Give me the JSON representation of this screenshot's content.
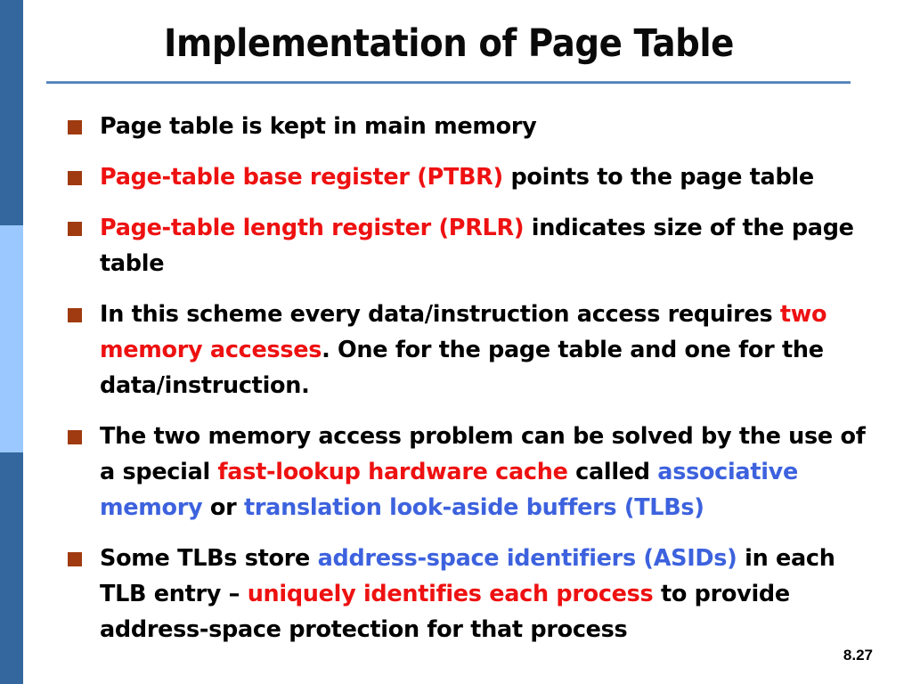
{
  "slide": {
    "title": "Implementation of Page Table",
    "page_number": "8.27",
    "colors": {
      "sidebar_dark": "#33679E",
      "sidebar_light": "#9BC9FF",
      "rule": "#4F81BD",
      "bullet_marker": "#A03A10",
      "highlight_red": "#EE1111",
      "highlight_blue": "#3D62DE",
      "text": "#000000",
      "background": "#FFFFFF"
    }
  },
  "bullets": [
    {
      "id": "bullet-page-table-main-memory",
      "runs": [
        {
          "text": "Page table is kept in main memory",
          "color": "black"
        }
      ]
    },
    {
      "id": "bullet-ptbr",
      "runs": [
        {
          "text": "Page-table base register (PTBR)",
          "color": "red"
        },
        {
          "text": " points to the page table",
          "color": "black"
        }
      ]
    },
    {
      "id": "bullet-prlr",
      "runs": [
        {
          "text": "Page-table length register (PRLR)",
          "color": "red"
        },
        {
          "text": " indicates size of the page table",
          "color": "black"
        }
      ]
    },
    {
      "id": "bullet-two-memory-accesses",
      "runs": [
        {
          "text": "In this scheme every data/instruction access requires ",
          "color": "black"
        },
        {
          "text": "two memory accesses",
          "color": "red"
        },
        {
          "text": ".  One for the page table and one for the data/instruction.",
          "color": "black"
        }
      ]
    },
    {
      "id": "bullet-tlb-solution",
      "runs": [
        {
          "text": "The two memory access problem can be solved by the use of a special ",
          "color": "black"
        },
        {
          "text": "fast-lookup hardware cache",
          "color": "red"
        },
        {
          "text": " called ",
          "color": "black"
        },
        {
          "text": "associative memory",
          "color": "blue"
        },
        {
          "text": " or ",
          "color": "black"
        },
        {
          "text": "translation look-aside buffers (TLBs)",
          "color": "blue"
        }
      ]
    },
    {
      "id": "bullet-asid",
      "runs": [
        {
          "text": "Some TLBs store ",
          "color": "black"
        },
        {
          "text": "address-space identifiers (ASIDs)",
          "color": "blue"
        },
        {
          "text": " in each TLB entry – ",
          "color": "black"
        },
        {
          "text": "uniquely identifies each process",
          "color": "red"
        },
        {
          "text": " to provide address-space protection for that process",
          "color": "black"
        }
      ]
    }
  ]
}
